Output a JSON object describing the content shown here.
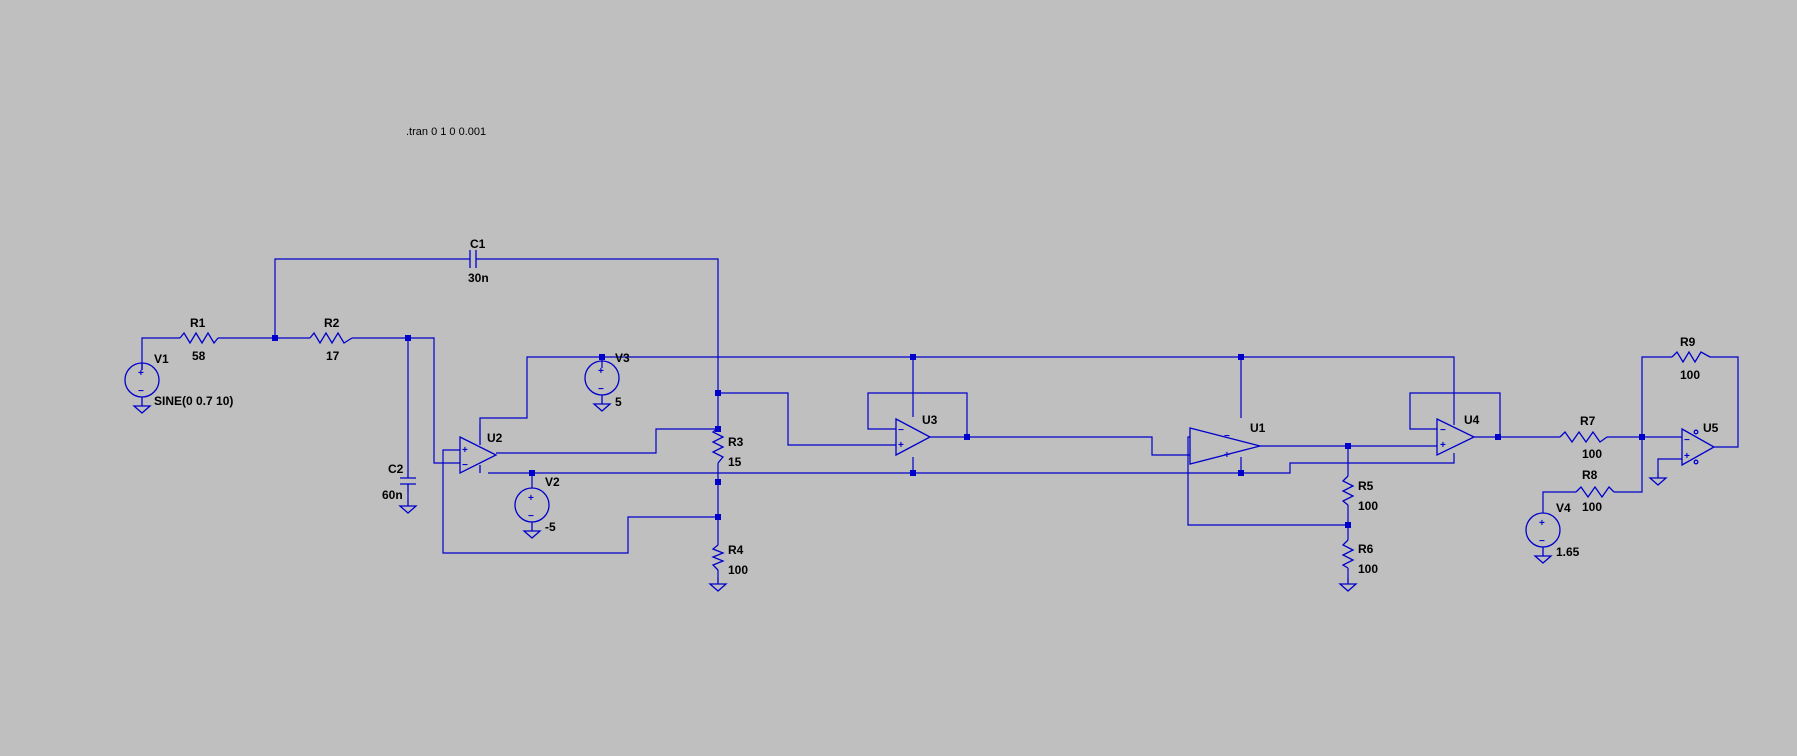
{
  "directive": ".tran 0 1 0 0.001",
  "components": {
    "R1": {
      "name": "R1",
      "value": "58"
    },
    "R2": {
      "name": "R2",
      "value": "17"
    },
    "R3": {
      "name": "R3",
      "value": "15"
    },
    "R4": {
      "name": "R4",
      "value": "100"
    },
    "R5": {
      "name": "R5",
      "value": "100"
    },
    "R6": {
      "name": "R6",
      "value": "100"
    },
    "R7": {
      "name": "R7",
      "value": "100"
    },
    "R8": {
      "name": "R8",
      "value": "100"
    },
    "R9": {
      "name": "R9",
      "value": "100"
    },
    "C1": {
      "name": "C1",
      "value": "30n"
    },
    "C2": {
      "name": "C2",
      "value": "60n"
    },
    "V1": {
      "name": "V1",
      "value": "SINE(0 0.7 10)"
    },
    "V2": {
      "name": "V2",
      "value": "-5"
    },
    "V3": {
      "name": "V3",
      "value": "5"
    },
    "V4": {
      "name": "V4",
      "value": "1.65"
    },
    "U1": {
      "name": "U1"
    },
    "U2": {
      "name": "U2"
    },
    "U3": {
      "name": "U3"
    },
    "U4": {
      "name": "U4"
    },
    "U5": {
      "name": "U5"
    }
  },
  "colors": {
    "background": "#bfbfbf",
    "wire": "#0000cc",
    "text": "#000000"
  }
}
